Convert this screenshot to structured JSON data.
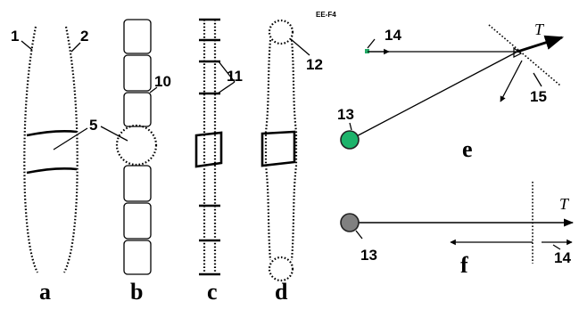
{
  "figure_tag": "EE-F4",
  "panels": {
    "a": "a",
    "b": "b",
    "c": "c",
    "d": "d",
    "e": "e",
    "f": "f"
  },
  "labels": {
    "n1": "1",
    "n2": "2",
    "n5": "5",
    "n10": "10",
    "n11": "11",
    "n12": "12",
    "n13_e": "13",
    "n14_e": "14",
    "n15": "15",
    "n13_f": "13",
    "n14_f": "14",
    "t_e": "T",
    "t_f": "T"
  },
  "colors": {
    "ball_e": "#1db36b",
    "ball_f": "#808080",
    "anchor_e": "#22aa66"
  }
}
